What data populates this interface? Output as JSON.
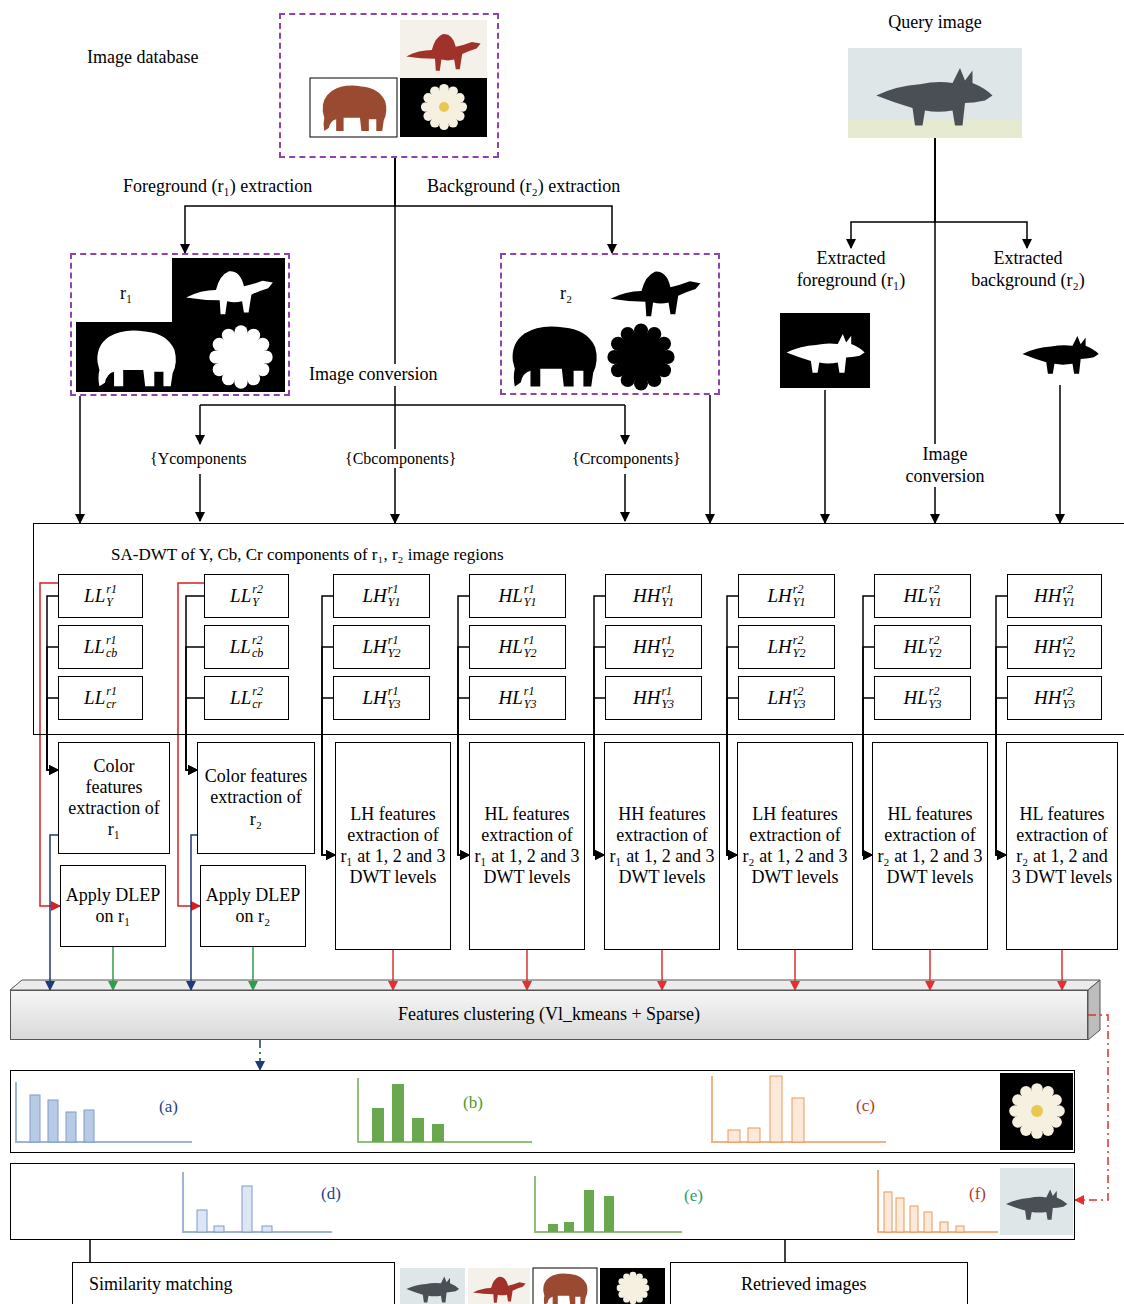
{
  "diagram": {
    "nodes": [
      {
        "text": [
          "Image database"
        ]
      },
      {
        "text": [
          "Query image"
        ]
      },
      {
        "text": [
          "r₁"
        ]
      },
      {
        "text": [
          "r₂"
        ]
      },
      {
        "text": [
          "Extracted foreground (r₁)"
        ]
      },
      {
        "text": [
          "Extracted background (r₂)"
        ]
      },
      {
        "text": [
          "SA-DWT of Y, Cb, Cr components of r₁, r₂ image regions"
        ]
      },
      {
        "text": [
          "LL",
          "Y",
          "r1"
        ],
        "in": 6
      },
      {
        "text": [
          "LL",
          "cb",
          "r1"
        ],
        "in": 6
      },
      {
        "text": [
          "LL",
          "cr",
          "r1"
        ],
        "in": 6
      },
      {
        "text": [
          "LL",
          "Y",
          "r2"
        ],
        "in": 6
      },
      {
        "text": [
          "LL",
          "cb",
          "r2"
        ],
        "in": 6
      },
      {
        "text": [
          "LL",
          "cr",
          "r2"
        ],
        "in": 6
      },
      {
        "text": [
          "LH",
          "Y1",
          "r1"
        ],
        "in": 6
      },
      {
        "text": [
          "LH",
          "Y2",
          "r1"
        ],
        "in": 6
      },
      {
        "text": [
          "LH",
          "Y3",
          "r1"
        ],
        "in": 6
      },
      {
        "text": [
          "HL",
          "Y1",
          "r1"
        ],
        "in": 6
      },
      {
        "text": [
          "HL",
          "Y2",
          "r1"
        ],
        "in": 6
      },
      {
        "text": [
          "HL",
          "Y3",
          "r1"
        ],
        "in": 6
      },
      {
        "text": [
          "HH",
          "Y1",
          "r1"
        ],
        "in": 6
      },
      {
        "text": [
          "HH",
          "Y2",
          "r1"
        ],
        "in": 6
      },
      {
        "text": [
          "HH",
          "Y3",
          "r1"
        ],
        "in": 6
      },
      {
        "text": [
          "LH",
          "Y1",
          "r2"
        ],
        "in": 6
      },
      {
        "text": [
          "LH",
          "Y2",
          "r2"
        ],
        "in": 6
      },
      {
        "text": [
          "LH",
          "Y3",
          "r2"
        ],
        "in": 6
      },
      {
        "text": [
          "HL",
          "Y1",
          "r2"
        ],
        "in": 6
      },
      {
        "text": [
          "HL",
          "Y2",
          "r2"
        ],
        "in": 6
      },
      {
        "text": [
          "HL",
          "Y3",
          "r2"
        ],
        "in": 6
      },
      {
        "text": [
          "HH",
          "Y1",
          "r2"
        ],
        "in": 6
      },
      {
        "text": [
          "HH",
          "Y2",
          "r2"
        ],
        "in": 6
      },
      {
        "text": [
          "HH",
          "Y3",
          "r2"
        ],
        "in": 6
      },
      {
        "text": [
          "Color features extraction of r₁"
        ]
      },
      {
        "text": [
          "Apply DLEP on r₁"
        ]
      },
      {
        "text": [
          "Color features extraction of r₂"
        ]
      },
      {
        "text": [
          "Apply DLEP on r₂"
        ]
      },
      {
        "text": [
          "LH features extraction of r₁ at 1, 2 and 3 DWT levels"
        ]
      },
      {
        "text": [
          "HL features extraction of r₁ at 1, 2 and 3 DWT levels"
        ]
      },
      {
        "text": [
          "HH features extraction of r₁ at 1, 2 and 3 DWT levels"
        ]
      },
      {
        "text": [
          "LH features extraction of r₂ at 1, 2 and 3 DWT levels"
        ]
      },
      {
        "text": [
          "HL features extraction of r₂ at 1, 2 and 3 DWT levels"
        ]
      },
      {
        "text": [
          "HL features extraction of r₂ at 1, 2 and 3 DWT levels"
        ]
      },
      {
        "text": [
          "Features clustering (Vl_kmeans + Sparse)"
        ]
      },
      {
        "text": [
          "(a)",
          "(b)",
          "(c)"
        ]
      },
      {
        "text": [
          "(d)",
          "(e)",
          "(f)"
        ]
      },
      {
        "text": [
          "Similarity matching"
        ]
      },
      {
        "text": [
          "Retrieved images"
        ]
      }
    ],
    "edges": [
      {
        "from": 0,
        "to": 2,
        "arrow": "to"
      },
      {
        "from": 0,
        "to": 3,
        "arrow": "to"
      },
      {
        "from": 0,
        "to": 6,
        "arrow": "to"
      },
      {
        "from": 2,
        "to": 6,
        "arrow": "to"
      },
      {
        "from": 3,
        "to": 6,
        "arrow": "to"
      },
      {
        "from": 1,
        "to": 4,
        "arrow": "to"
      },
      {
        "from": 1,
        "to": 5,
        "arrow": "to"
      },
      {
        "from": 1,
        "to": 6,
        "arrow": "to"
      },
      {
        "from": 4,
        "to": 6,
        "arrow": "to"
      },
      {
        "from": 5,
        "to": 6,
        "arrow": "to"
      },
      {
        "from": 7,
        "to": 31,
        "arrow": "to"
      },
      {
        "from": 8,
        "to": 31,
        "arrow": "to"
      },
      {
        "from": 9,
        "to": 31,
        "arrow": "to"
      },
      {
        "from": 10,
        "to": 33,
        "arrow": "to"
      },
      {
        "from": 11,
        "to": 33,
        "arrow": "to"
      },
      {
        "from": 12,
        "to": 33,
        "arrow": "to"
      },
      {
        "from": 7,
        "to": 32,
        "arrow": "to"
      },
      {
        "from": 10,
        "to": 34,
        "arrow": "to"
      },
      {
        "from": 13,
        "to": 35,
        "arrow": "to"
      },
      {
        "from": 14,
        "to": 35,
        "arrow": "to"
      },
      {
        "from": 15,
        "to": 35,
        "arrow": "to"
      },
      {
        "from": 16,
        "to": 36,
        "arrow": "to"
      },
      {
        "from": 17,
        "to": 36,
        "arrow": "to"
      },
      {
        "from": 18,
        "to": 36,
        "arrow": "to"
      },
      {
        "from": 19,
        "to": 37,
        "arrow": "to"
      },
      {
        "from": 20,
        "to": 37,
        "arrow": "to"
      },
      {
        "from": 21,
        "to": 37,
        "arrow": "to"
      },
      {
        "from": 22,
        "to": 38,
        "arrow": "to"
      },
      {
        "from": 23,
        "to": 38,
        "arrow": "to"
      },
      {
        "from": 24,
        "to": 38,
        "arrow": "to"
      },
      {
        "from": 25,
        "to": 39,
        "arrow": "to"
      },
      {
        "from": 26,
        "to": 39,
        "arrow": "to"
      },
      {
        "from": 27,
        "to": 39,
        "arrow": "to"
      },
      {
        "from": 28,
        "to": 40,
        "arrow": "to"
      },
      {
        "from": 29,
        "to": 40,
        "arrow": "to"
      },
      {
        "from": 30,
        "to": 40,
        "arrow": "to"
      },
      {
        "from": 31,
        "to": 41,
        "arrow": "to"
      },
      {
        "from": 32,
        "to": 41,
        "arrow": "to"
      },
      {
        "from": 33,
        "to": 41,
        "arrow": "to"
      },
      {
        "from": 34,
        "to": 41,
        "arrow": "to"
      },
      {
        "from": 35,
        "to": 41,
        "arrow": "to"
      },
      {
        "from": 36,
        "to": 41,
        "arrow": "to"
      },
      {
        "from": 37,
        "to": 41,
        "arrow": "to"
      },
      {
        "from": 38,
        "to": 41,
        "arrow": "to"
      },
      {
        "from": 39,
        "to": 41,
        "arrow": "to"
      },
      {
        "from": 40,
        "to": 41,
        "arrow": "to"
      },
      {
        "from": 41,
        "to": 42,
        "arrow": "to"
      },
      {
        "from": 41,
        "to": 43,
        "arrow": "to"
      },
      {
        "from": 43,
        "to": 44,
        "arrow": "none"
      },
      {
        "from": 43,
        "to": 45,
        "arrow": "none"
      }
    ],
    "labels": [
      "Foreground (r₁) extraction",
      "Background (r₂) extraction",
      "Image conversion",
      "{Ycomponents",
      "{Cbcomponents}",
      "{Crcomponents}",
      "Image conversion"
    ]
  }
}
